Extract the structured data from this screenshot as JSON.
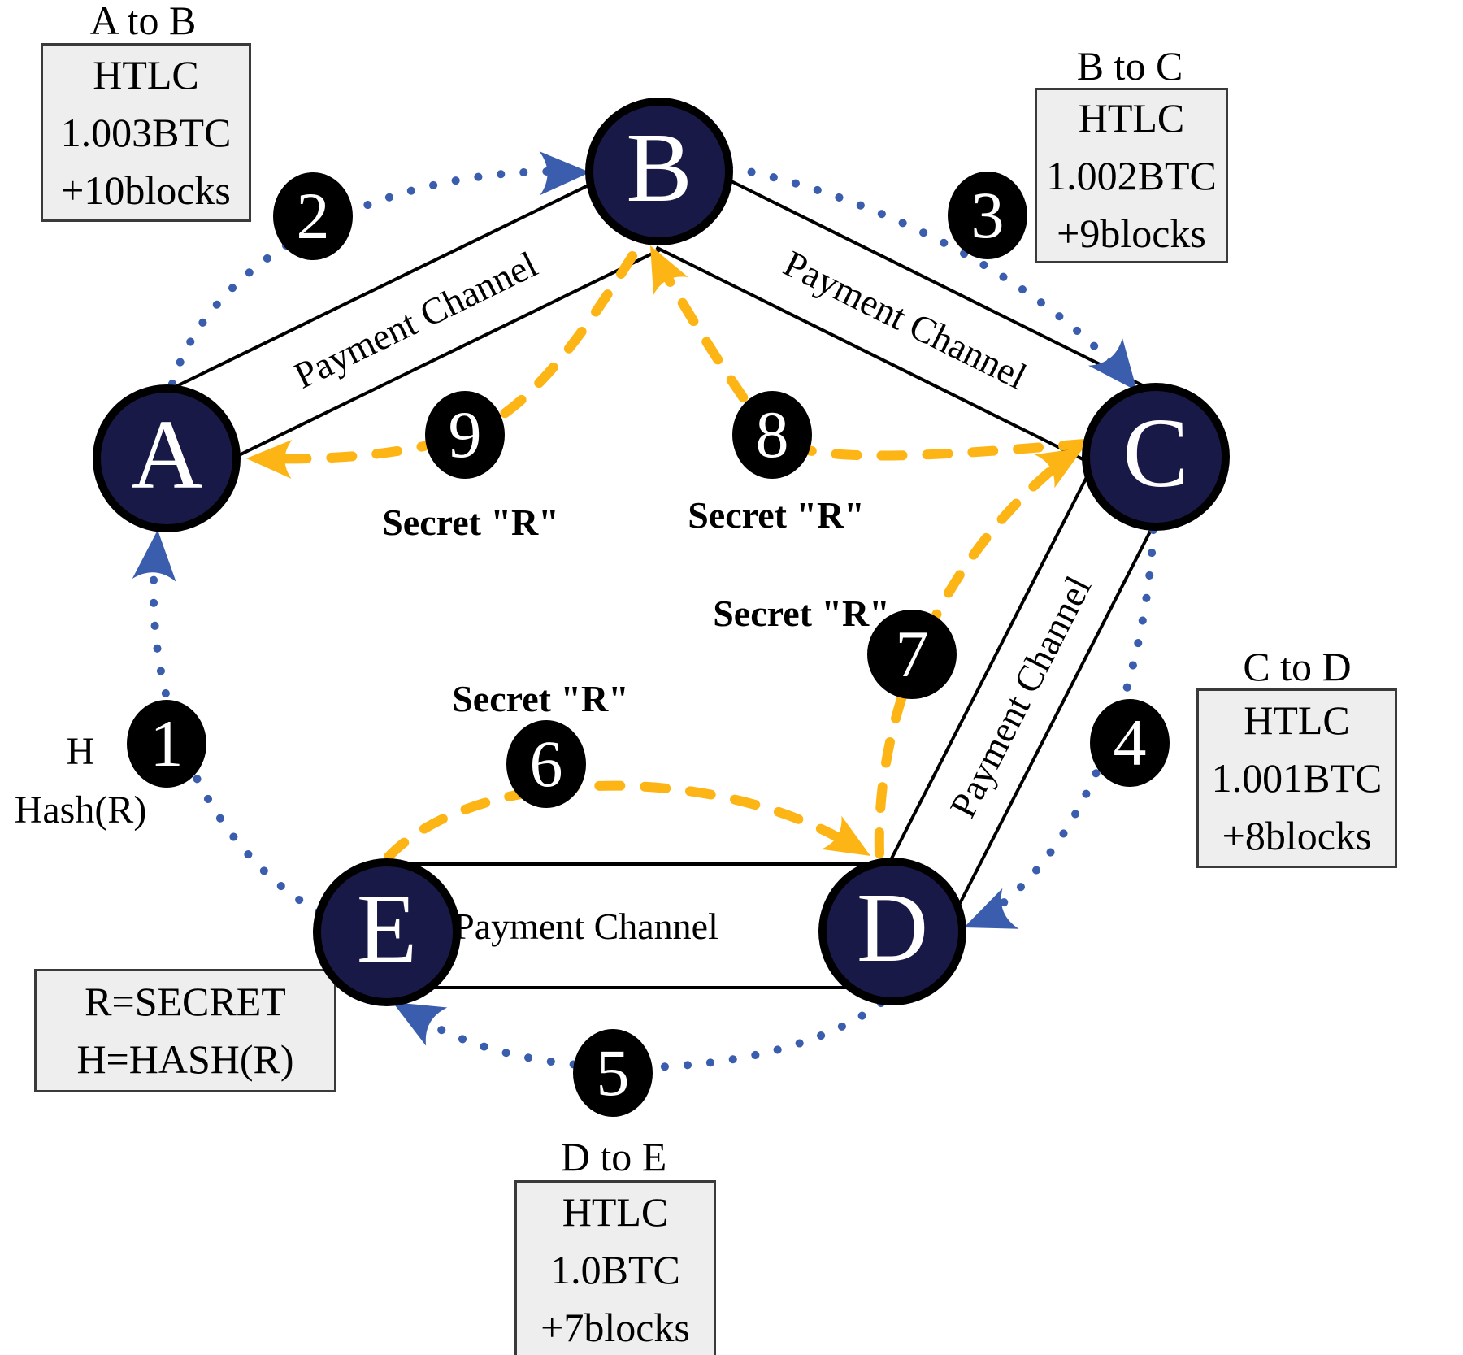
{
  "colors": {
    "node_fill": "#191947",
    "node_text": "#ffffff",
    "blue": "#3b5dad",
    "yellow": "#fdb515",
    "box_bg": "#eeeeee",
    "box_border": "#3a3a3a",
    "badge_bg": "#000000",
    "badge_text": "#ffffff",
    "ink": "#000000"
  },
  "nodes": [
    {
      "id": "A",
      "label": "A"
    },
    {
      "id": "B",
      "label": "B"
    },
    {
      "id": "C",
      "label": "C"
    },
    {
      "id": "D",
      "label": "D"
    },
    {
      "id": "E",
      "label": "E"
    }
  ],
  "channels": [
    {
      "between": "A-B",
      "label": "Payment Channel"
    },
    {
      "between": "B-C",
      "label": "Payment Channel"
    },
    {
      "between": "C-D",
      "label": "Payment Channel"
    },
    {
      "between": "E-D",
      "label": "Payment Channel"
    }
  ],
  "badges": [
    {
      "n": "1"
    },
    {
      "n": "2"
    },
    {
      "n": "3"
    },
    {
      "n": "4"
    },
    {
      "n": "5"
    },
    {
      "n": "6"
    },
    {
      "n": "7"
    },
    {
      "n": "8"
    },
    {
      "n": "9"
    }
  ],
  "htlc_boxes": [
    {
      "title": "A to B",
      "lines": [
        "HTLC",
        "1.003BTC",
        "+10blocks"
      ]
    },
    {
      "title": "B to C",
      "lines": [
        "HTLC",
        "1.002BTC",
        "+9blocks"
      ]
    },
    {
      "title": "C to D",
      "lines": [
        "HTLC",
        "1.001BTC",
        "+8blocks"
      ]
    },
    {
      "title": "D to E",
      "lines": [
        "HTLC",
        "1.0BTC",
        "+7blocks"
      ]
    }
  ],
  "secret_box": {
    "line1": "R=SECRET",
    "line2": "H=HASH(R)"
  },
  "hash_label": {
    "line1": "H",
    "line2": "Hash(R)"
  },
  "secret_r_labels": [
    {
      "step": "6",
      "text": "Secret \"R\""
    },
    {
      "step": "7",
      "text": "Secret \"R\""
    },
    {
      "step": "8",
      "text": "Secret \"R\""
    },
    {
      "step": "9",
      "text": "Secret \"R\""
    }
  ]
}
